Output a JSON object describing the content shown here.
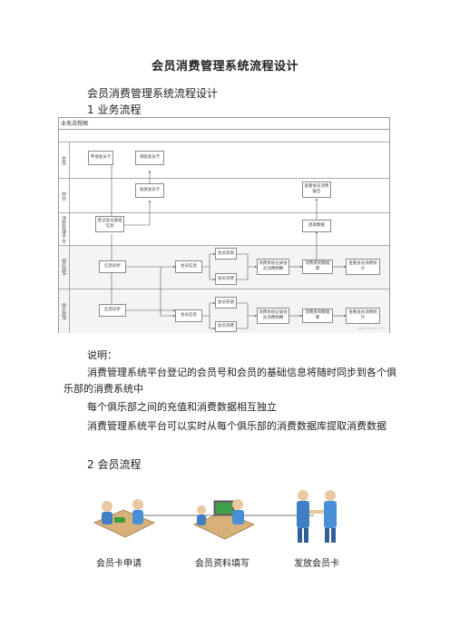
{
  "doc": {
    "title": "会员消费管理系统流程设计",
    "subtitle": "会员消费管理系统流程设计",
    "section1": "1 业务流程",
    "explain_label": "说明：",
    "explain_lines": [
      "消费管理系统平台登记的会员号和会员的基础信息将随时同步到各个俱乐部的消费系统中",
      "每个俱乐部之间的充值和消费数据相互独立",
      "消费管理系统平台可以实时从每个俱乐部的消费数据库提取消费数据"
    ],
    "section2": "2 会员流程"
  },
  "flowchart": {
    "header": "业务流程图",
    "lanes": [
      "会员",
      "前台",
      "消费管理平台",
      "俱乐部A",
      "俱乐部B"
    ],
    "boxes": {
      "apply_card": "申请会员卡",
      "receive_card": "领取会员卡",
      "issue_card": "发放会员卡",
      "query_report": "查看会员消费报告",
      "register_info": "登记会员基础信息",
      "extract_data": "提取数据",
      "a_sync": "信息同步",
      "a_member_info": "会员信息",
      "a_recharge": "会员充值",
      "a_consume": "会员消费",
      "a_record": "消费系统记录会员消费明细",
      "a_db": "消费系统数据库",
      "a_query": "查看会员消费统计",
      "b_sync": "信息同步",
      "b_member_info": "会员信息",
      "b_recharge": "会员充值",
      "b_consume": "会员消费",
      "b_record": "消费系统记录会员消费明细",
      "b_db": "消费系统数据库",
      "b_query": "查看会员消费统计"
    },
    "watermark": "www.docin.com"
  },
  "member_flow": {
    "steps": [
      "会员卡申请",
      "会员资料填写",
      "发放会员卡"
    ]
  },
  "colors": {
    "arrow": "#555555",
    "lane_border": "#aaaaaa"
  }
}
